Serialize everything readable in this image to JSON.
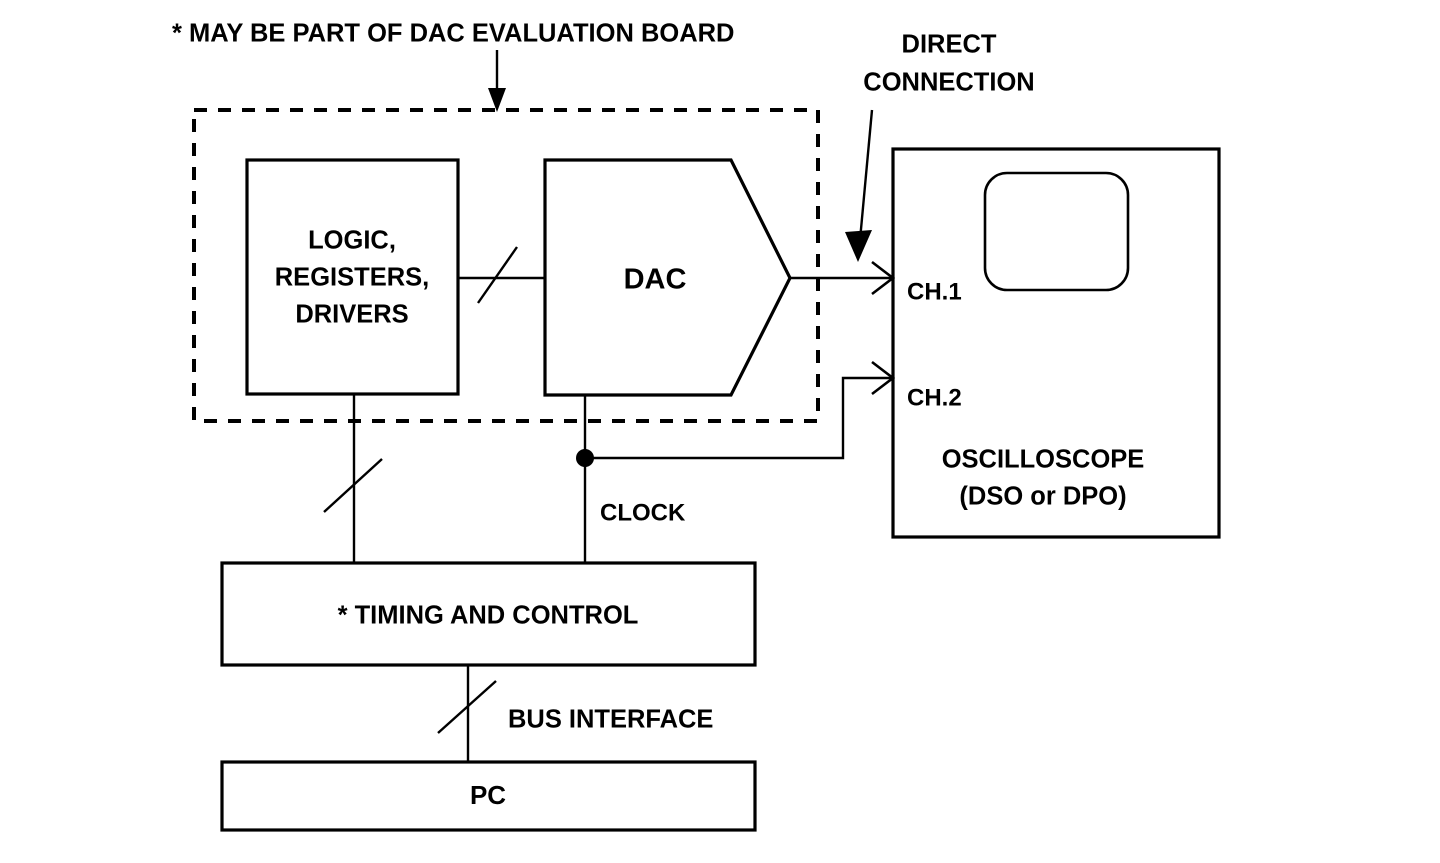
{
  "diagram": {
    "title": "DAC evaluation test setup block diagram",
    "colors": {
      "stroke": "#000000",
      "background": "#ffffff",
      "text": "#000000"
    },
    "annotations": {
      "eval_board_note": "* MAY BE PART OF DAC EVALUATION BOARD",
      "direct_connection_line1": "DIRECT",
      "direct_connection_line2": "CONNECTION"
    },
    "blocks": {
      "logic": {
        "line1": "LOGIC,",
        "line2": "REGISTERS,",
        "line3": "DRIVERS"
      },
      "dac": {
        "label": "DAC"
      },
      "oscilloscope": {
        "channel_1": "CH.1",
        "channel_2": "CH.2",
        "name_line1": "OSCILLOSCOPE",
        "name_line2": "(DSO or DPO)"
      },
      "timing_control": {
        "label": "* TIMING AND CONTROL"
      },
      "pc": {
        "label": "PC"
      }
    },
    "wire_labels": {
      "clock": "CLOCK",
      "bus_interface": "BUS INTERFACE"
    }
  }
}
